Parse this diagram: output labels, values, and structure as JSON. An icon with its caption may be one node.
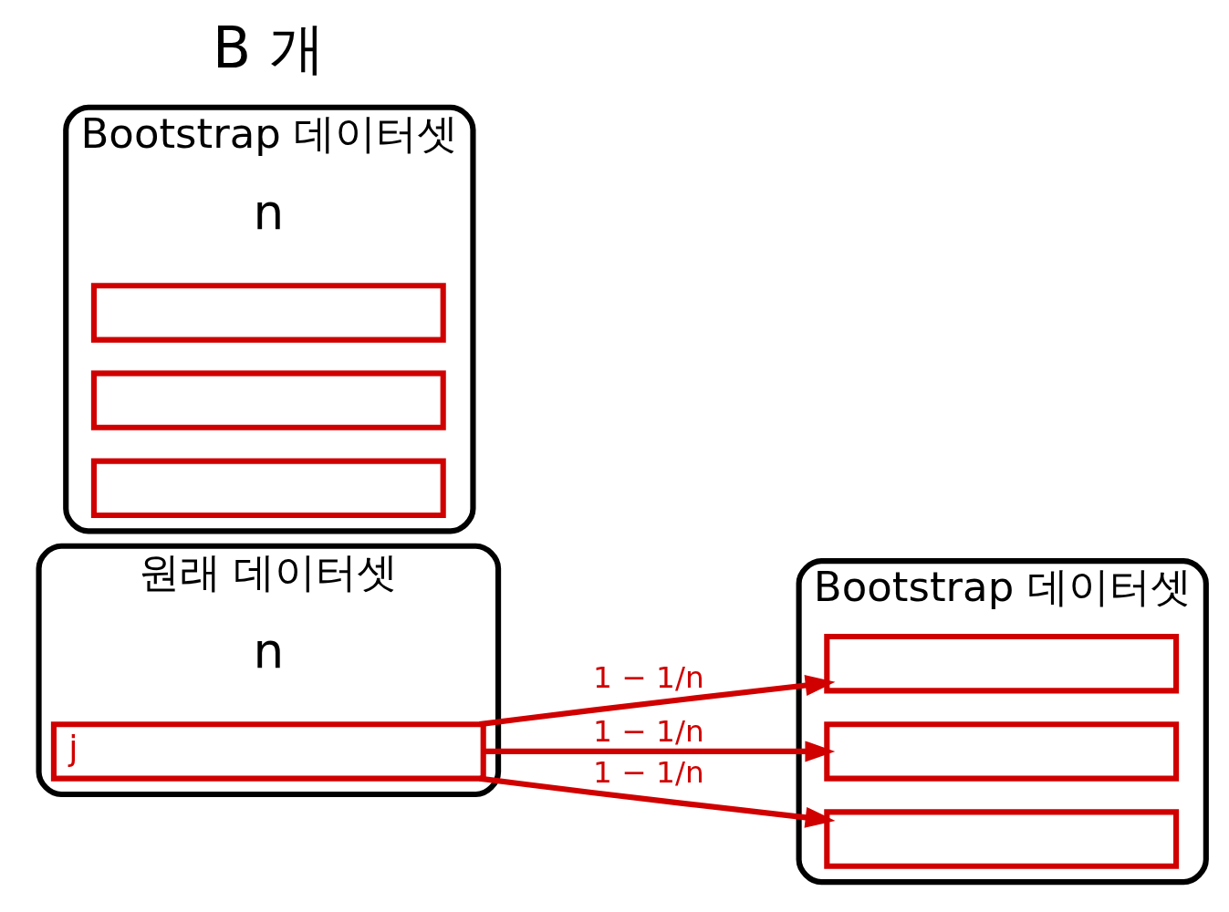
{
  "diagram": {
    "nodes": [
      {
        "text": [
          "원래 데이터셋"
        ],
        "beside": [
          "n"
        ]
      },
      {
        "text": [
          "j"
        ],
        "in": 0
      },
      {
        "text": [
          "Bootstrap 데이터셋"
        ]
      },
      {
        "text": [],
        "shape": "bar",
        "in": 2
      },
      {
        "text": [],
        "shape": "bar",
        "in": 2
      },
      {
        "text": [],
        "shape": "bar",
        "in": 2
      },
      {
        "text": [
          "Bootstrap 데이터셋"
        ],
        "beside": [
          "n"
        ]
      },
      {
        "text": [],
        "shape": "bar",
        "in": 6
      },
      {
        "text": [],
        "shape": "bar",
        "in": 6
      },
      {
        "text": [],
        "shape": "bar",
        "in": 6
      }
    ],
    "edges": [
      {
        "from": 1,
        "to": 3,
        "arrow": "to",
        "label": "1 − 1/n"
      },
      {
        "from": 1,
        "to": 4,
        "arrow": "to",
        "label": "1 − 1/n"
      },
      {
        "from": 1,
        "to": 5,
        "arrow": "to",
        "label": "1 − 1/n"
      }
    ],
    "labels": [
      "B 개"
    ]
  }
}
